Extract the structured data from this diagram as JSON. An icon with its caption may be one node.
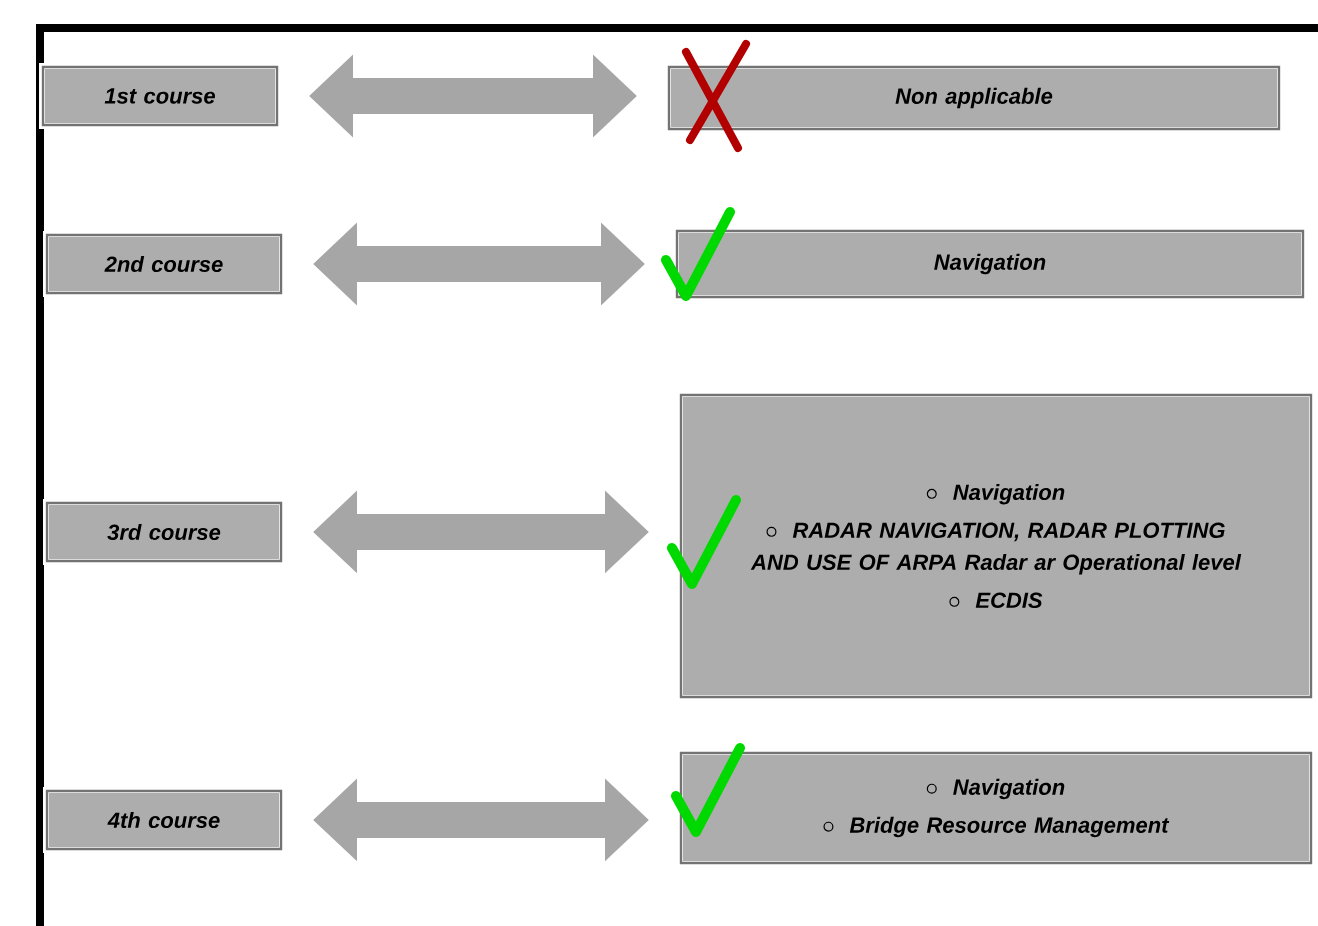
{
  "diagram": {
    "nodes": [
      {
        "text": [
          "1st course"
        ]
      },
      {
        "text": [
          "2nd course"
        ]
      },
      {
        "text": [
          "3rd course"
        ]
      },
      {
        "text": [
          "4th course"
        ]
      },
      {
        "text": [
          "Non applicable"
        ]
      },
      {
        "text": [
          "Navigation"
        ]
      },
      {
        "text": [
          "Navigation",
          "RADAR NAVIGATION, RADAR PLOTTING AND USE OF ARPA Radar ar Operational level",
          "ECDIS"
        ]
      },
      {
        "text": [
          "Navigation",
          "Bridge Resource Management"
        ]
      }
    ],
    "edges": [
      {
        "from": 0,
        "to": 4,
        "arrow": "both"
      },
      {
        "from": 1,
        "to": 5,
        "arrow": "both"
      },
      {
        "from": 2,
        "to": 6,
        "arrow": "both"
      },
      {
        "from": 3,
        "to": 7,
        "arrow": "both"
      }
    ]
  }
}
